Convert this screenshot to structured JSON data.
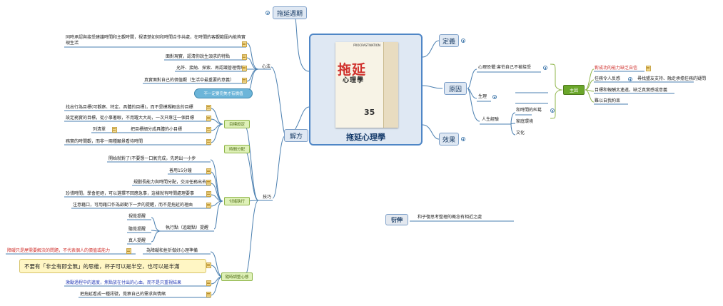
{
  "center": {
    "title": "拖延心理學",
    "cover": {
      "en_title": "PROCRASTINATION",
      "zh_title": "拖延",
      "zh_sub": "心理學",
      "number": "35"
    }
  },
  "right": {
    "definition": "定義",
    "causes": "原因",
    "cause_items": {
      "fear_perfect": "心理恐懼:害怕自己不被接受",
      "physiology": "生理",
      "life_experience": "人生經驗",
      "time_conflict": "和時間的糾葛",
      "family": "家庭環境",
      "culture": "文化"
    },
    "subject": "主因",
    "subject_items": [
      "對成功的能力缺乏自信",
      "任務令人反感",
      "尋找盟友支持、融走承擔任務的疑問",
      "目標和報酬太遙遠，缺乏真實感或意義",
      "難以自我約束"
    ],
    "effect": "效果",
    "derive": "衍伸",
    "derive_item": "和子復思考整理的概念有相近之處"
  },
  "left": {
    "procrastination_cycle": "拖延週期",
    "solution": "解方",
    "mindset": "心法",
    "mindset_items": [
      "同時承認與接受建議時間和主觀時間，視清楚如何和時間合作共處，在時間的客觀範圍內能夠實現生活",
      "面對現實，認清你說生須求的特點",
      "允許、接納、探索、再認識管理情緒",
      "真實面對自己的價值觀（生活中最重要的意義）"
    ],
    "mindset_pill": "不一定要完美才有價值",
    "techniques": "技巧",
    "goal_setting": "目標設定",
    "goal_items": [
      "找出行為目標(可觀察、特定、具體的目標)，而不是模糊概念的目標",
      "設定務實的目標，從小事著眼，不用躍大大局，一次只專注一個目標",
      "列清單",
      "把目標細分成具體的小目標",
      "務實的時間觀，而非一兩種願景看待時間"
    ],
    "time_alloc": "時間分配",
    "execution": "付諸執行",
    "exec_items": [
      "開始就對了(不要想一口氣完成，先跨出一小步",
      "善用15分鐘",
      "規劃長能力與時間分配，交派任務出去",
      "珍惜時間，學會拒絕，可以選擇不回應急事，這樣就有時間處理要事",
      "注意藉口，可用藉口作為啟動下一步的提醒，而不是拖延的理由"
    ],
    "reminder": "執行點（追蹤點）提醒",
    "reminder_items": [
      "視覺提醒",
      "聽覺提醒",
      "真人提醒"
    ],
    "support": "隨時調整心態",
    "support_items": [
      "障礙只是屋需要解決的問題，不代表個人的價值或能力",
      "為障礙和挫折做好心理準備",
      "不要有「非全有即全無」的思維，杯子可以是半空，也可以是半滿",
      "激勵過程中的進度，焦點放在付出的心血，而不是只重視結果",
      "把拖延看成一種訊號，覺察自己的需求與情緒"
    ]
  },
  "colors": {
    "line": "#4a7fb0",
    "center_border": "#4f86c6",
    "green_line": "#8fb54a",
    "red_text": "#d0312d",
    "blue_text": "#2a3fb8"
  }
}
